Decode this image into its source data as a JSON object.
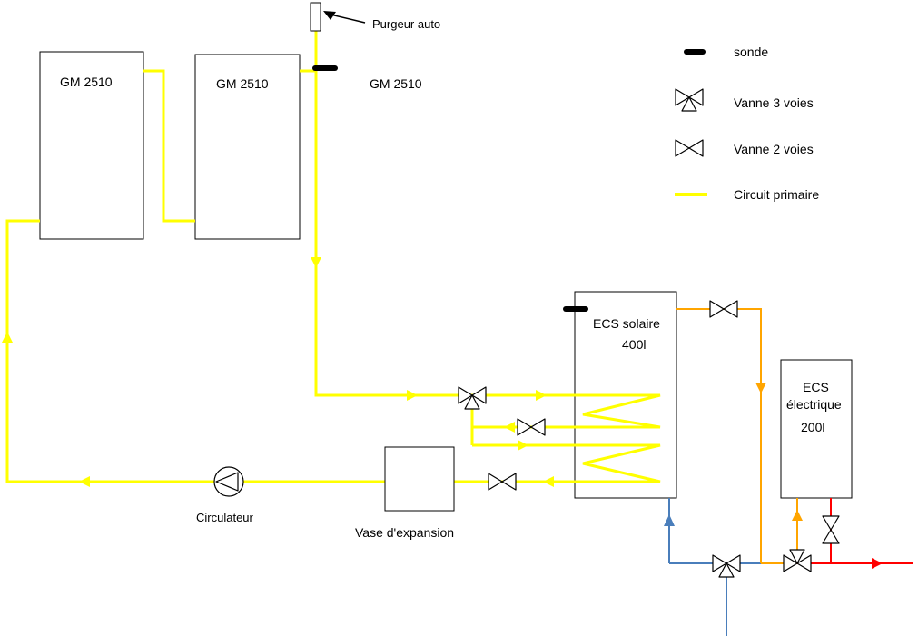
{
  "diagram": {
    "boilers": {
      "boiler1": "GM 2510",
      "boiler2": "GM 2510",
      "boiler3": "GM 2510"
    },
    "purgeur_label": "Purgeur auto",
    "solar_tank": {
      "line1": "ECS solaire",
      "line2": "400l"
    },
    "electric_tank": {
      "line1": "ECS",
      "line2": "électrique",
      "line3": "200l"
    },
    "pump_label": "Circulateur",
    "expansion_vessel_label": "Vase d'expansion"
  },
  "legend": {
    "sonde": "sonde",
    "three_way_valve": "Vanne 3 voies",
    "two_way_valve": "Vanne 2 voies",
    "primary_circuit": "Circuit primaire"
  },
  "colors": {
    "primary_circuit": "#FFFF00",
    "preheat_circuit": "#FFA500",
    "cold_water": "#4A7EBB",
    "hot_water": "#FF0000",
    "sonde": "#000000"
  }
}
